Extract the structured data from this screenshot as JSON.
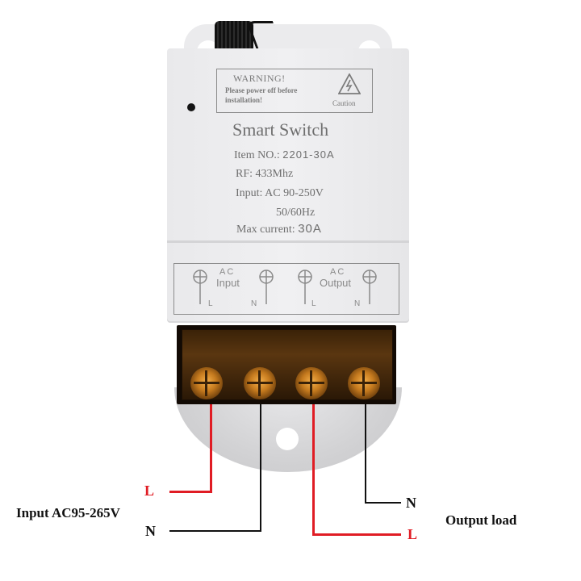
{
  "device": {
    "warning": {
      "title": "WARNING!",
      "line1": "Please power off before",
      "line2": "installation!",
      "caution_label": "Caution",
      "icon": "high-voltage-warning-icon"
    },
    "title": "Smart Switch",
    "specs": {
      "item_label": "Item NO.:",
      "item_value": "2201-30A",
      "rf": "RF: 433Mhz",
      "input_label": "Input: AC 90-250V",
      "input_freq": "50/60Hz",
      "max_current_label": "Max current:",
      "max_current_value": "30A"
    },
    "terminal_label": {
      "input_ac": "AC",
      "input_text": "Input",
      "output_ac": "AC",
      "output_text": "Output",
      "terminals": [
        "L",
        "N",
        "L",
        "N"
      ]
    }
  },
  "wiring": {
    "input_caption": "Input AC95-265V",
    "output_caption": "Output load",
    "input_L": "L",
    "input_N": "N",
    "output_N": "N",
    "output_L": "L",
    "colors": {
      "live": "#e01c24",
      "neutral": "#111111"
    }
  }
}
